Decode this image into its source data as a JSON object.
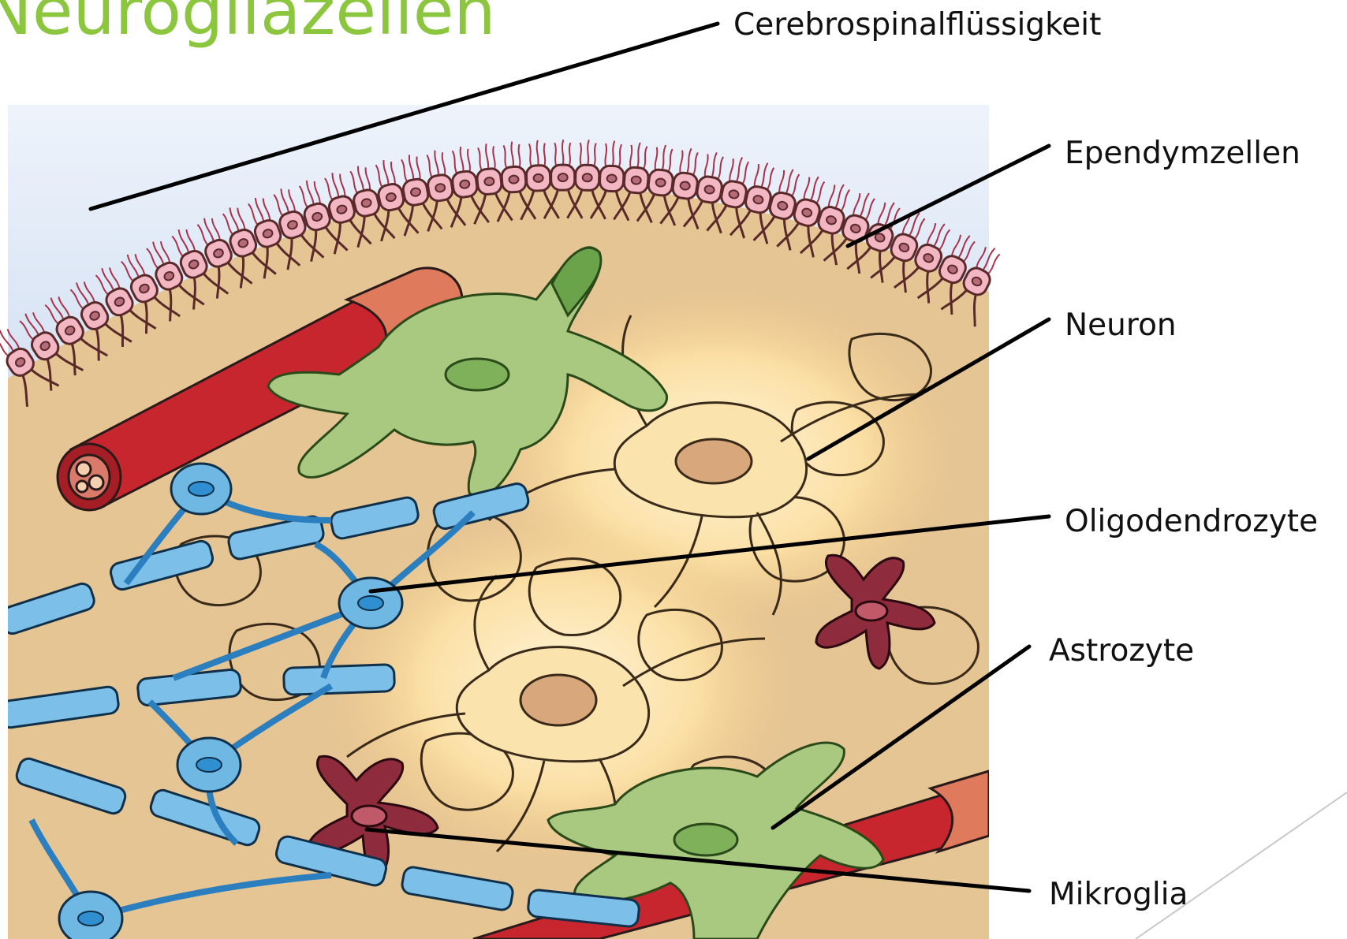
{
  "title": "Neurogliazellen",
  "labels": {
    "csf": "Cerebrospinalflüssigkeit",
    "ependymal": "Ependymzellen",
    "neuron": "Neuron",
    "oligodendrocyte": "Oligodendrozyte",
    "astrocyte": "Astrozyte",
    "microglia": "Mikroglia"
  },
  "colors": {
    "title": "#8cc63f",
    "csf": "#a8c4e6",
    "tissue": "#e8c898",
    "ependymal": "#f3b7c4",
    "astrocyte": "#a8c880",
    "oligodendrocyte": "#6fb8e4",
    "microglia": "#8e2b3c",
    "vessel": "#c8262e",
    "neuron": "#fbe2a8"
  }
}
